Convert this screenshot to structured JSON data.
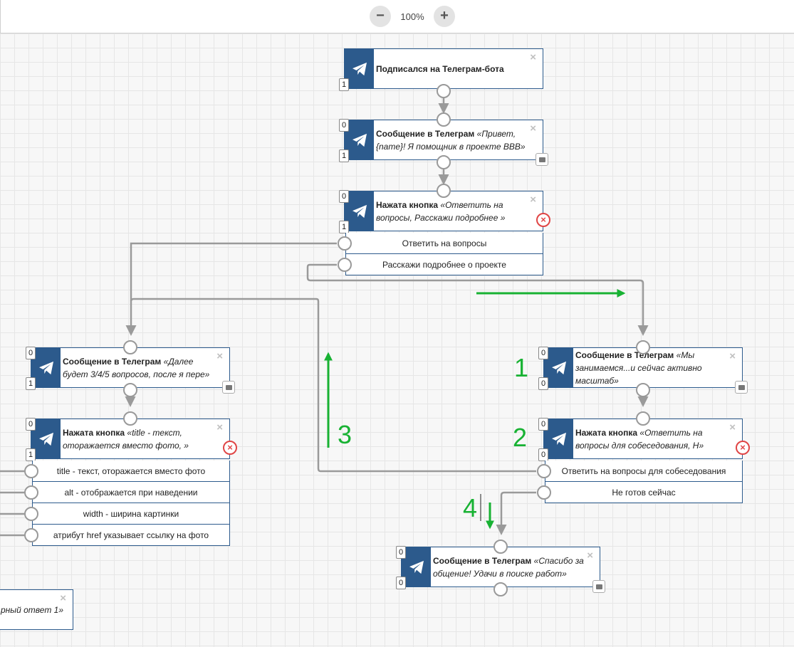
{
  "toolbar": {
    "zoom_out": "−",
    "zoom_in": "+",
    "zoom_value": "100%"
  },
  "nodes": {
    "subscribed": {
      "title": "Подписался на Телеграм-бота",
      "badge_out": "1"
    },
    "greeting": {
      "title": "Сообщение в Телеграм",
      "text": "«Привет, {name}! Я помощник в проекте ВВВ»",
      "badge_in": "0",
      "badge_out": "1"
    },
    "button_answer": {
      "title": "Нажата кнопка",
      "text": "«Ответить на вопросы, Расскажи подробнее »",
      "badge_in": "0",
      "badge_out": "1",
      "options": [
        "Ответить на вопросы",
        "Расскажи подробнее о проекте"
      ]
    },
    "further": {
      "title": "Сообщение в Телеграм",
      "text": "«Далее будет 3/4/5 вопросов, после я пере»",
      "badge_in": "0",
      "badge_out": "1"
    },
    "button_title": {
      "title": "Нажата кнопка",
      "text": "«title - текст, отоража­ется вместо фото, »",
      "badge_in": "0",
      "badge_out": "1",
      "options": [
        "title - текст, отоража­ется вместо фото",
        "alt - отображается при наведении",
        "width - ширина картинки",
        "атрибут href указывает ссылку на фото"
      ]
    },
    "we_do": {
      "title": "Сообщение в Телеграм",
      "text": "«Мы занимаемся...и сейчас активно масштаб»",
      "badge_in": "0",
      "badge_out": "0"
    },
    "button_interview": {
      "title": "Нажата кнопка",
      "text": "«Ответить на вопросы для собеседования, Н»",
      "badge_in": "0",
      "badge_out": "0",
      "options": [
        "Ответить на вопросы для собеседования",
        "Не готов сейчас"
      ]
    },
    "thanks": {
      "title": "Сообщение в Телеграм",
      "text": "«Спасибо за общение! Удачи в поиске работ»",
      "badge_in": "0",
      "badge_out": "0"
    },
    "partial": {
      "text": "рный ответ 1»"
    }
  },
  "annotations": [
    "1",
    "2",
    "3",
    "4"
  ],
  "icons": {
    "node_icon": "telegram-plane-icon",
    "close": "close-icon",
    "error": "error-circle-icon",
    "comment": "comment-icon"
  },
  "colors": {
    "node_blue": "#2c5a8c",
    "annotation_green": "#18b233",
    "error_red": "#e04545",
    "link_gray": "#9a9a9a"
  }
}
